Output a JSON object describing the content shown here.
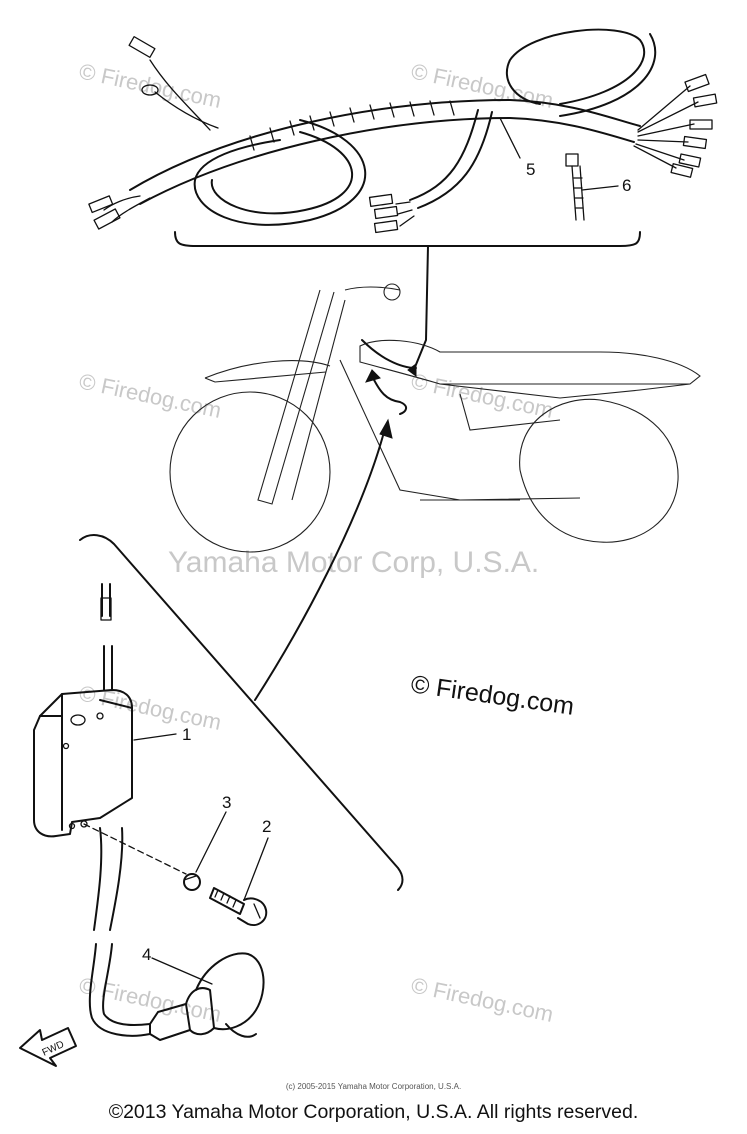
{
  "watermarks": {
    "firedog": "© Firedog.com",
    "firedog_main": "© Firedog.com",
    "yamaha": "Yamaha Motor Corp, U.S.A."
  },
  "callouts": [
    "1",
    "2",
    "3",
    "4",
    "5",
    "6"
  ],
  "fwd_label": "FWD",
  "footer": {
    "small_copyright": "(c) 2005-2015 Yamaha Motor Corporation, U.S.A.",
    "copyright": "©2013 Yamaha Motor Corporation, U.S.A. All rights reserved."
  }
}
